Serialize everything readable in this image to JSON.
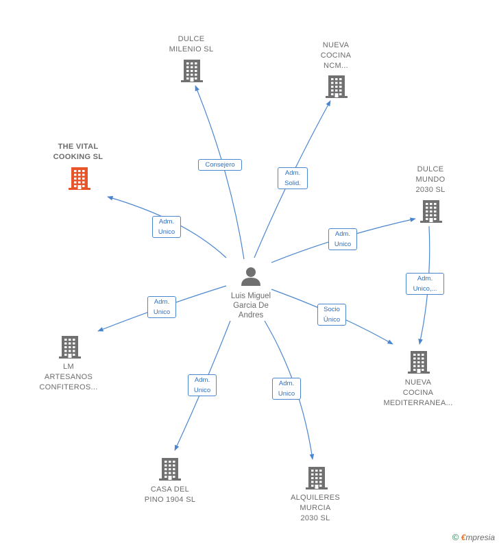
{
  "center": {
    "name": "Luis Miguel\nGarcia De\nAndres"
  },
  "companies": [
    {
      "id": "dulce-milenio",
      "label": "DULCE\nMILENIO  SL"
    },
    {
      "id": "nueva-cocina-ncm",
      "label": "NUEVA\nCOCINA\nNCM..."
    },
    {
      "id": "the-vital-cooking",
      "label": "THE VITAL\nCOOKING  SL",
      "color": "#e8552a"
    },
    {
      "id": "dulce-mundo-2030",
      "label": "DULCE\nMUNDO\n2030  SL"
    },
    {
      "id": "lm-artesanos",
      "label": "LM\nARTESANOS\nCONFITEROS..."
    },
    {
      "id": "nueva-cocina-mediterranea",
      "label": "NUEVA\nCOCINA\nMEDITERRANEA..."
    },
    {
      "id": "casa-del-pino",
      "label": "CASA DEL\nPINO 1904  SL"
    },
    {
      "id": "alquileres-murcia",
      "label": "ALQUILERES\nMURCIA\n2030  SL"
    }
  ],
  "relations": [
    {
      "id": "r1",
      "label": "Consejero"
    },
    {
      "id": "r2",
      "label": "Adm.\nSolid."
    },
    {
      "id": "r3",
      "label": "Adm.\nUnico"
    },
    {
      "id": "r4",
      "label": "Adm.\nUnico"
    },
    {
      "id": "r5",
      "label": "Adm.\nUnico,..."
    },
    {
      "id": "r6",
      "label": "Adm.\nUnico"
    },
    {
      "id": "r7",
      "label": "Socio\nÚnico"
    },
    {
      "id": "r8",
      "label": "Adm.\nUnico"
    },
    {
      "id": "r9",
      "label": "Adm.\nUnico"
    }
  ],
  "colors": {
    "edge": "#4a86d0",
    "building": "#707070",
    "highlight": "#e8552a",
    "person": "#707070"
  },
  "footer": {
    "copyright": "©",
    "brand_e": "€",
    "brand_rest": "mpresia"
  }
}
